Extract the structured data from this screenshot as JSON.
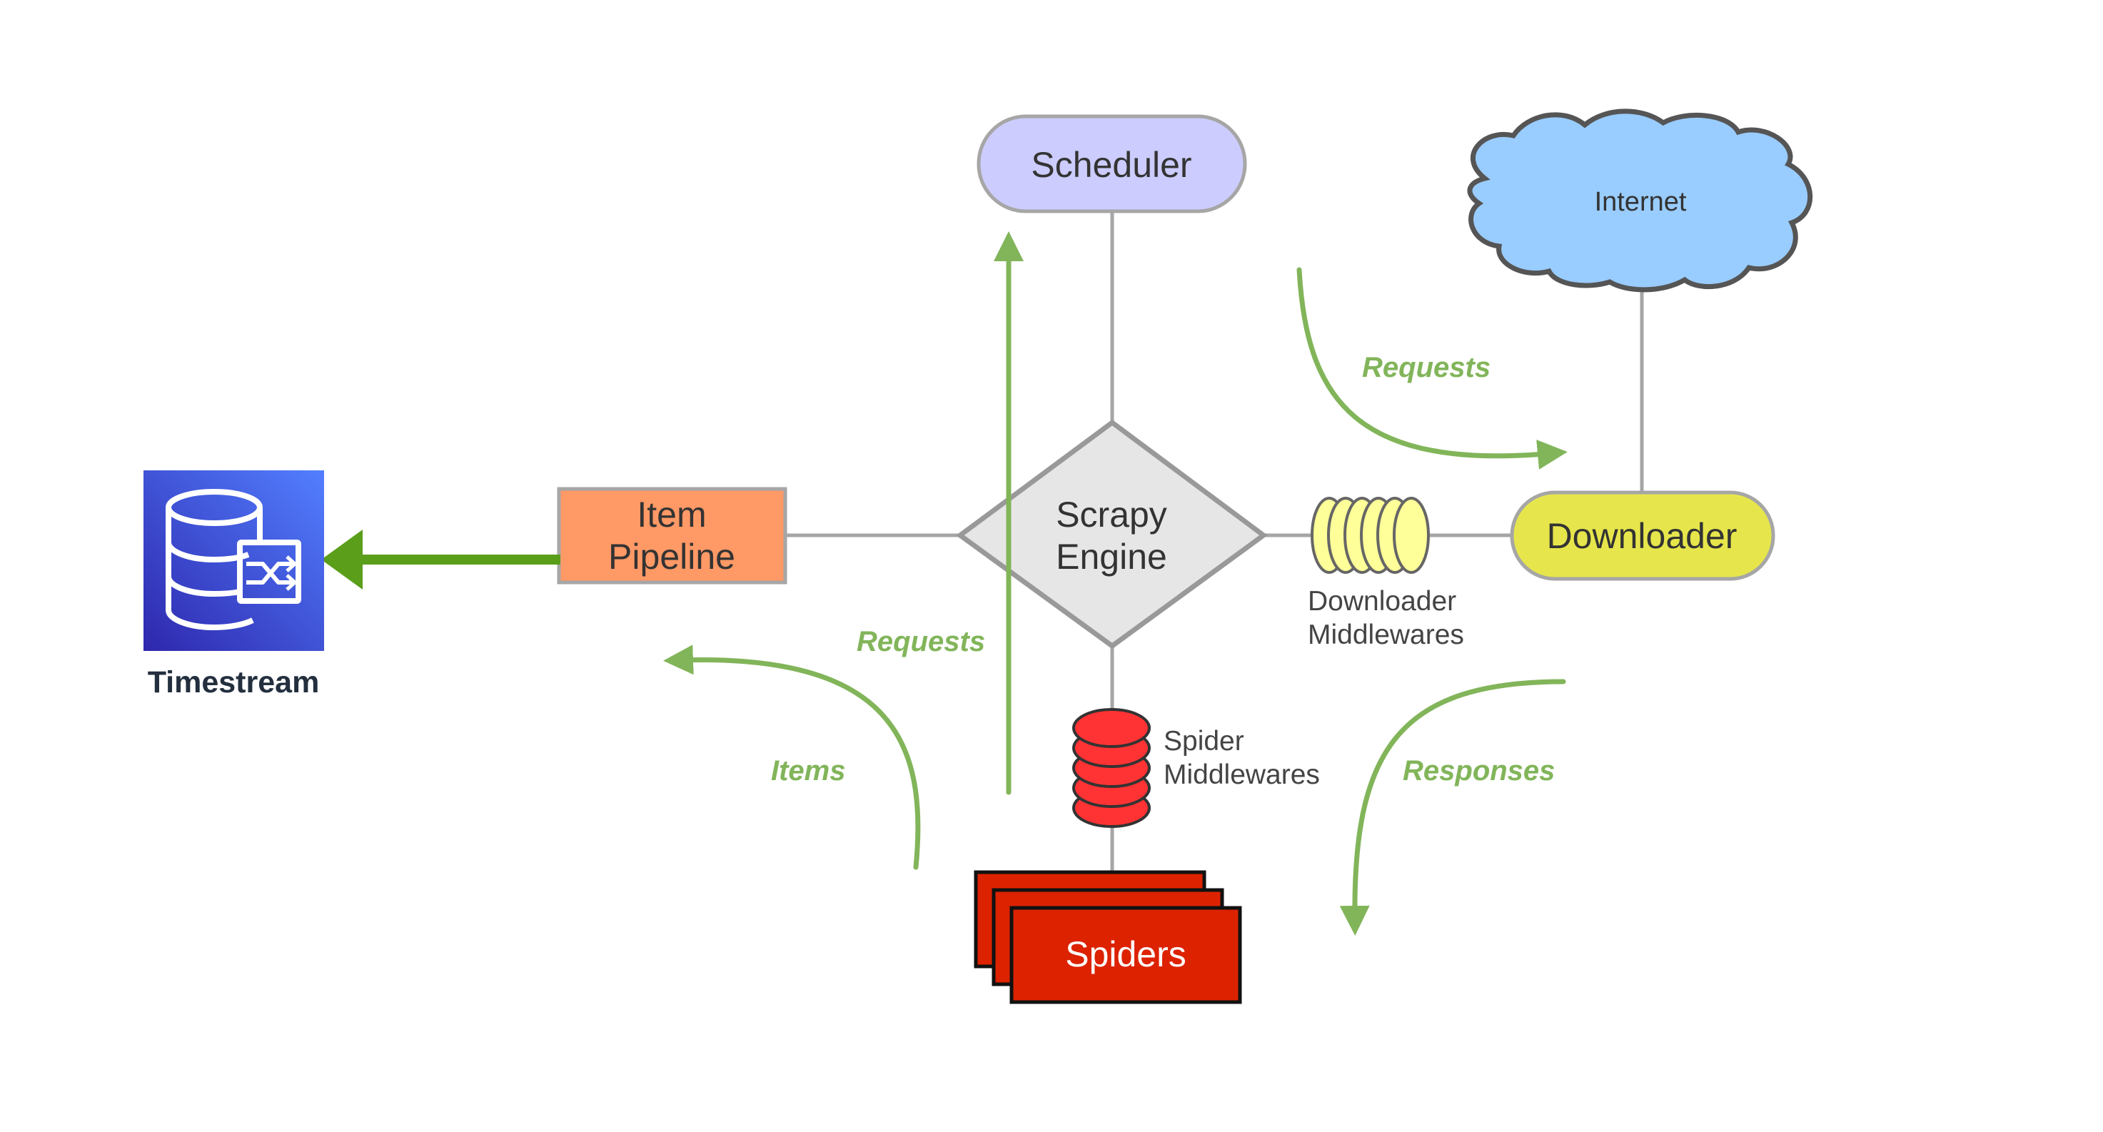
{
  "nodes": {
    "scheduler": "Scheduler",
    "internet": "Internet",
    "engine_line1": "Scrapy",
    "engine_line2": "Engine",
    "item_pipeline_line1": "Item",
    "item_pipeline_line2": "Pipeline",
    "downloader": "Downloader",
    "downloader_mw_line1": "Downloader",
    "downloader_mw_line2": "Middlewares",
    "spider_mw_line1": "Spider",
    "spider_mw_line2": "Middlewares",
    "spiders": "Spiders",
    "timestream": "Timestream"
  },
  "flows": {
    "requests_top": "Requests",
    "requests_left": "Requests",
    "items": "Items",
    "responses": "Responses"
  },
  "colors": {
    "scheduler_fill": "#ccccff",
    "internet_fill": "#99ccff",
    "engine_fill": "#e6e6e6",
    "pipeline_fill": "#ff9966",
    "downloader_fill": "#e6e64c",
    "downloader_mw_fill": "#ffff99",
    "spider_mw_fill": "#ff3333",
    "spiders_fill": "#dd2200",
    "flow_green": "#82b55a",
    "timestream_blue": "#3b48cc",
    "timestream_arrow": "#5a9e1a"
  }
}
